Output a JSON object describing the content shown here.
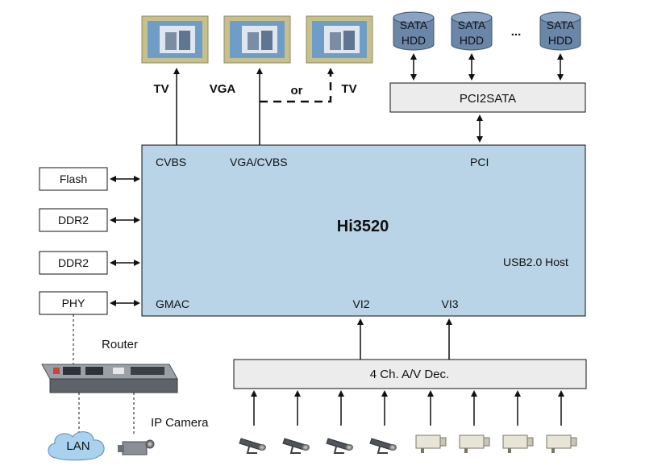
{
  "chip": {
    "name": "Hi3520",
    "ports": {
      "cvbs": "CVBS",
      "vga_cvbs": "VGA/CVBS",
      "pci": "PCI",
      "usb": "USB2.0 Host",
      "gmac": "GMAC",
      "vi2": "VI2",
      "vi3": "VI3"
    }
  },
  "peripherals": {
    "flash": "Flash",
    "ddr2_a": "DDR2",
    "ddr2_b": "DDR2",
    "phy": "PHY"
  },
  "storage": {
    "bridge": "PCI2SATA",
    "disks": [
      {
        "line1": "SATA",
        "line2": "HDD"
      },
      {
        "line1": "SATA",
        "line2": "HDD"
      },
      {
        "line1": "SATA",
        "line2": "HDD"
      }
    ],
    "ellipsis": "..."
  },
  "outputs": {
    "tv_left": "TV",
    "vga": "VGA",
    "or": "or",
    "tv_right": "TV"
  },
  "network": {
    "router": "Router",
    "lan": "LAN",
    "ip_camera": "IP Camera"
  },
  "decoder": "4 Ch. A/V Dec.",
  "colors": {
    "chip_fill": "#b8d4e6",
    "box_fill": "#ececec",
    "hdd_fill": "#6a86a8",
    "cloud_fill": "#a9d2ee"
  }
}
